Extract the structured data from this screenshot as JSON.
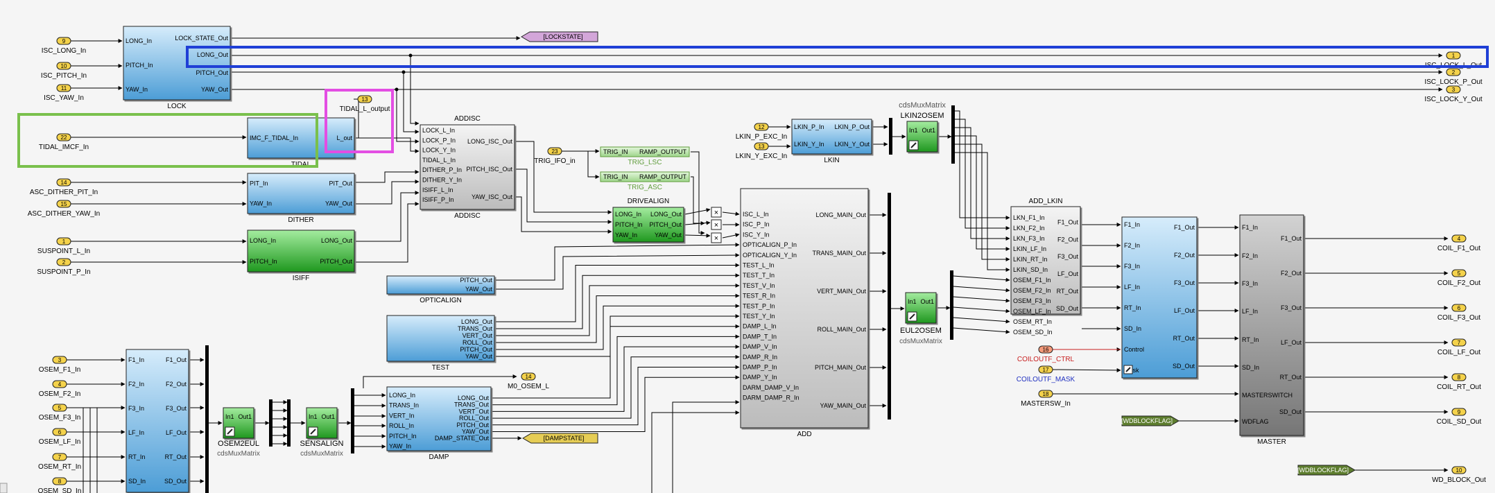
{
  "inports": [
    {
      "id": "isc_long",
      "num": "9",
      "label": "ISC_LONG_In"
    },
    {
      "id": "isc_pitch",
      "num": "10",
      "label": "ISC_PITCH_In"
    },
    {
      "id": "isc_yaw",
      "num": "11",
      "label": "ISC_YAW_In"
    },
    {
      "id": "tidal_imcf",
      "num": "22",
      "label": "TIDAL_IMCF_In"
    },
    {
      "id": "asc_dither_pit",
      "num": "14",
      "label": "ASC_DITHER_PIT_In"
    },
    {
      "id": "asc_dither_yaw",
      "num": "15",
      "label": "ASC_DITHER_YAW_In"
    },
    {
      "id": "suspoint_l",
      "num": "1",
      "label": "SUSPOINT_L_In"
    },
    {
      "id": "suspoint_p",
      "num": "2",
      "label": "SUSPOINT_P_In"
    },
    {
      "id": "osem_f1",
      "num": "3",
      "label": "OSEM_F1_In"
    },
    {
      "id": "osem_f2",
      "num": "4",
      "label": "OSEM_F2_In"
    },
    {
      "id": "osem_f3",
      "num": "5",
      "label": "OSEM_F3_In"
    },
    {
      "id": "osem_lf",
      "num": "6",
      "label": "OSEM_LF_In"
    },
    {
      "id": "osem_rt",
      "num": "7",
      "label": "OSEM_RT_In"
    },
    {
      "id": "osem_sd",
      "num": "8",
      "label": "OSEM_SD_In"
    },
    {
      "id": "trig_ifo",
      "num": "23",
      "label": "TRIG_IFO_in"
    },
    {
      "id": "lkin_p_exc",
      "num": "12",
      "label": "LKIN_P_EXC_In"
    },
    {
      "id": "lkin_y_exc",
      "num": "13",
      "label": "LKIN_Y_EXC_In"
    },
    {
      "id": "coiloutf_ctrl",
      "num": "16",
      "label": "COILOUTF_CTRL"
    },
    {
      "id": "coiloutf_mask",
      "num": "17",
      "label": "COILOUTF_MASK"
    },
    {
      "id": "mastersw",
      "num": "18",
      "label": "MASTERSW_In"
    }
  ],
  "outports": [
    {
      "id": "isc_lock_l",
      "num": "1",
      "label": "ISC_LOCK_L_Out"
    },
    {
      "id": "isc_lock_p",
      "num": "2",
      "label": "ISC_LOCK_P_Out"
    },
    {
      "id": "isc_lock_y",
      "num": "3",
      "label": "ISC_LOCK_Y_Out"
    },
    {
      "id": "tidal_l",
      "num": "13",
      "label": "TIDAL_L_output"
    },
    {
      "id": "m0_osem_l",
      "num": "14",
      "label": "M0_OSEM_L"
    },
    {
      "id": "coil_f1",
      "num": "4",
      "label": "COIL_F1_Out"
    },
    {
      "id": "coil_f2",
      "num": "5",
      "label": "COIL_F2_Out"
    },
    {
      "id": "coil_f3",
      "num": "6",
      "label": "COIL_F3_Out"
    },
    {
      "id": "coil_lf",
      "num": "7",
      "label": "COIL_LF_Out"
    },
    {
      "id": "coil_rt",
      "num": "8",
      "label": "COIL_RT_Out"
    },
    {
      "id": "coil_sd",
      "num": "9",
      "label": "COIL_SD_Out"
    },
    {
      "id": "wd_block",
      "num": "10",
      "label": "WD_BLOCK_Out"
    }
  ],
  "tags": {
    "lockstate": "[LOCKSTATE]",
    "dampstate": "[DAMPSTATE]",
    "wdblockflag": "[WDBLOCKFLAG]"
  },
  "blocks": {
    "lock": {
      "name": "LOCK",
      "in": [
        "LONG_In",
        "PITCH_In",
        "YAW_In"
      ],
      "out": [
        "LOCK_STATE_Out",
        "LONG_Out",
        "PITCH_Out",
        "YAW_Out"
      ]
    },
    "tidal": {
      "name": "TIDAL",
      "in": [
        "IMC_F_TIDAL_In"
      ],
      "out": [
        "L_out"
      ]
    },
    "dither": {
      "name": "DITHER",
      "in": [
        "PIT_In",
        "YAW_In"
      ],
      "out": [
        "PIT_Out",
        "YAW_Out"
      ]
    },
    "isiff": {
      "name": "ISIFF",
      "in": [
        "LONG_In",
        "PITCH_In"
      ],
      "out": [
        "LONG_Out",
        "PITCH_Out"
      ]
    },
    "addisc": {
      "name": "ADDISC",
      "in": [
        "LOCK_L_In",
        "LOCK_P_In",
        "LOCK_Y_In",
        "TIDAL_L_In",
        "DITHER_P_In",
        "DITHER_Y_In",
        "ISIFF_L_In",
        "ISIFF_P_In"
      ],
      "out": [
        "LONG_ISC_Out",
        "PITCH_ISC_Out",
        "YAW_ISC_Out"
      ]
    },
    "opticalign": {
      "name": "OPTICALIGN",
      "out": [
        "PITCH_Out",
        "YAW_Out"
      ]
    },
    "test": {
      "name": "TEST",
      "out": [
        "LONG_Out",
        "TRANS_Out",
        "VERT_Out",
        "ROLL_Out",
        "PITCH_Out",
        "YAW_Out"
      ]
    },
    "osem2eul_in": {
      "name": "",
      "in": [
        "F1_In",
        "F2_In",
        "F3_In",
        "LF_In",
        "RT_In",
        "SD_In"
      ],
      "out": [
        "F1_Out",
        "F2_Out",
        "F3_Out",
        "LF_Out",
        "RT_Out",
        "SD_Out"
      ]
    },
    "osem2eul": {
      "name": "OSEM2EUL",
      "sub": "cdsMuxMatrix",
      "port_in": "In1",
      "port_out": "Out1"
    },
    "sensalign": {
      "name": "SENSALIGN",
      "sub": "cdsMuxMatrix",
      "port_in": "In1",
      "port_out": "Out1"
    },
    "damp": {
      "name": "DAMP",
      "in": [
        "LONG_In",
        "TRANS_In",
        "VERT_In",
        "ROLL_In",
        "PITCH_In",
        "YAW_In"
      ],
      "out": [
        "LONG_Out",
        "TRANS_Out",
        "VERT_Out",
        "ROLL_Out",
        "PITCH_Out",
        "YAW_Out",
        "DAMP_STATE_Out"
      ]
    },
    "trig_lsc": {
      "name": "TRIG_LSC",
      "in": [
        "TRIG_IN"
      ],
      "out": [
        "RAMP_OUTPUT"
      ]
    },
    "trig_asc": {
      "name": "TRIG_ASC",
      "in": [
        "TRIG_IN"
      ],
      "out": [
        "RAMP_OUTPUT"
      ]
    },
    "drivealign": {
      "name": "DRIVEALIGN",
      "in": [
        "LONG_In",
        "PITCH_In",
        "YAW_In"
      ],
      "out": [
        "LONG_Out",
        "PITCH_Out",
        "YAW_Out"
      ]
    },
    "add": {
      "name": "ADD",
      "in": [
        "ISC_L_In",
        "ISC_P_In",
        "ISC_Y_In",
        "OPTICALIGN_P_In",
        "OPTICALIGN_Y_In",
        "TEST_L_In",
        "TEST_T_In",
        "TEST_V_In",
        "TEST_R_In",
        "TEST_P_In",
        "TEST_Y_In",
        "DAMP_L_In",
        "DAMP_T_In",
        "DAMP_V_In",
        "DAMP_R_In",
        "DAMP_P_In",
        "DAMP_Y_In",
        "DARM_DAMP_V_In",
        "DARM_DAMP_R_In"
      ],
      "out": [
        "LONG_MAIN_Out",
        "TRANS_MAIN_Out",
        "VERT_MAIN_Out",
        "ROLL_MAIN_Out",
        "PITCH_MAIN_Out",
        "YAW_MAIN_Out"
      ]
    },
    "lkin": {
      "name": "LKIN",
      "in": [
        "LKIN_P_In",
        "LKIN_Y_In"
      ],
      "out": [
        "LKIN_P_Out",
        "LKIN_Y_Out"
      ]
    },
    "lkin2osem": {
      "name": "LKIN2OSEM",
      "sub": "cdsMuxMatrix",
      "port_in": "In1",
      "port_out": "Out1"
    },
    "eul2osem": {
      "name": "EUL2OSEM",
      "sub": "cdsMuxMatrix",
      "port_in": "In1",
      "port_out": "Out1"
    },
    "add_lkin": {
      "name": "ADD_LKIN",
      "in": [
        "LKN_F1_In",
        "LKN_F2_In",
        "LKN_F3_In",
        "LKIN_LF_In",
        "LKIN_RT_In",
        "LKIN_SD_In",
        "OSEM_F1_In",
        "OSEM_F2_In",
        "OSEM_F3_In",
        "OSEM_LF_In",
        "OSEM_RT_In",
        "OSEM_SD_In"
      ],
      "out": [
        "F1_Out",
        "F2_Out",
        "F3_Out",
        "LF_Out",
        "RT_Out",
        "SD_Out"
      ]
    },
    "coiloutf": {
      "name": "",
      "in": [
        "F1_In",
        "F2_In",
        "F3_In",
        "LF_In",
        "RT_In",
        "SD_In",
        "Control",
        "Mask"
      ],
      "out": [
        "F1_Out",
        "F2_Out",
        "F3_Out",
        "LF_Out",
        "RT_Out",
        "SD_Out"
      ]
    },
    "master": {
      "name": "MASTER",
      "in": [
        "F1_In",
        "F2_In",
        "F3_In",
        "LF_In",
        "RT_In",
        "SD_In",
        "MASTERSWITCH",
        "WDFLAG"
      ],
      "out": [
        "F1_Out",
        "F2_Out",
        "F3_Out",
        "LF_Out",
        "RT_Out",
        "SD_Out"
      ]
    }
  },
  "colors": {
    "background": "#f5f5f5",
    "block_blue_top": "#d4ebfb",
    "block_blue_bottom": "#4f9fd6",
    "block_green_top": "#9ee89e",
    "block_green_bottom": "#1f9a1f",
    "block_gray_top": "#f2f2f2",
    "block_gray_bottom": "#bdbdbd",
    "master_top": "#cfcfcf",
    "master_bottom": "#7a7a7a",
    "port_fill": "#f4d24b",
    "port_red_fill": "#f59a7a",
    "tag_yellow": "#e6cd55",
    "tag_purple": "#d3a6d9",
    "tag_green": "#5d7d2e",
    "highlight_blue": "#1f3fd6",
    "highlight_green": "#7ac04c",
    "highlight_magenta": "#e34ee3",
    "ctrl_text": "#c82020",
    "mask_text": "#2030c0",
    "trig_text": "#5f9c3b"
  }
}
